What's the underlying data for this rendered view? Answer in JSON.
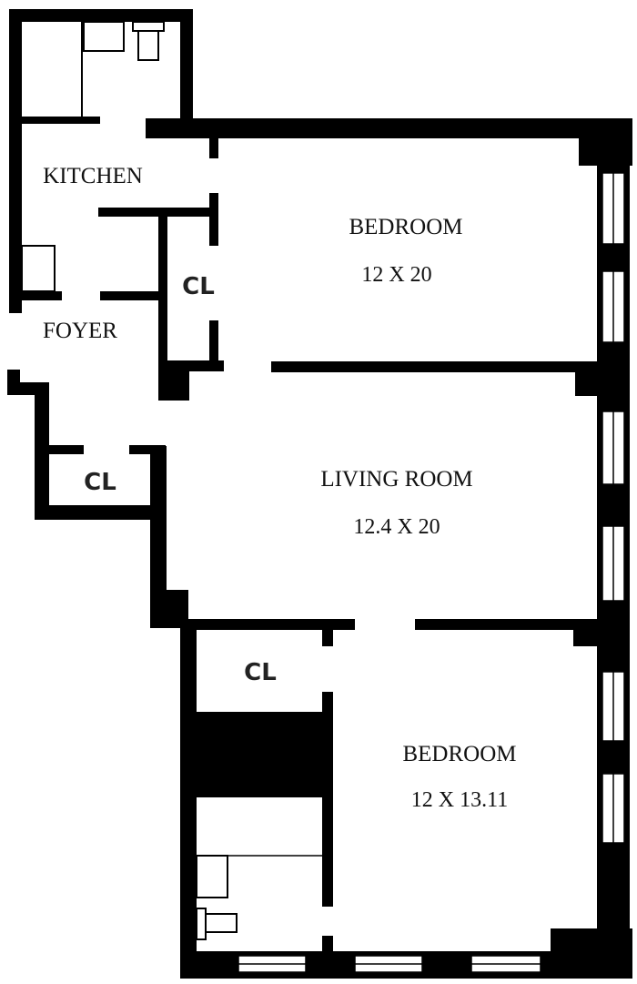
{
  "rooms": {
    "kitchen": {
      "name": "KITCHEN"
    },
    "foyer": {
      "name": "FOYER"
    },
    "bedroom_1": {
      "name": "BEDROOM",
      "dimensions": "12 X 20"
    },
    "living_room": {
      "name": "LIVING ROOM",
      "dimensions": "12.4 X 20"
    },
    "bedroom_2": {
      "name": "BEDROOM",
      "dimensions": "12 X 13.11"
    }
  },
  "closets": {
    "closet_hall": "CL",
    "closet_foyer": "CL",
    "closet_bedroom": "CL"
  }
}
